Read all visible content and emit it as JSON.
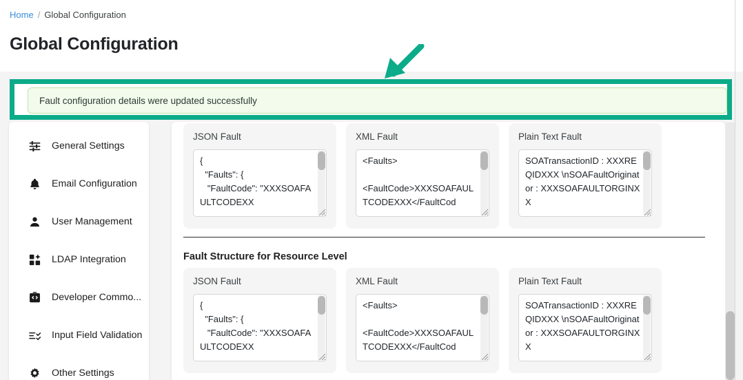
{
  "breadcrumb": {
    "home": "Home",
    "separator": "/",
    "current": "Global Configuration"
  },
  "page": {
    "title": "Global Configuration"
  },
  "alert": {
    "message": "Fault configuration details were updated successfully",
    "type": "success",
    "highlight_color": "#0cab89",
    "background_color": "#f2fbec",
    "border_color": "#bfe3a7"
  },
  "annotation": {
    "arrow": "down-left-arrow",
    "color": "#0cab89"
  },
  "sidebar": {
    "items": [
      {
        "label": "General Settings",
        "icon": "sliders-icon"
      },
      {
        "label": "Email Configuration",
        "icon": "bell-icon"
      },
      {
        "label": "User Management",
        "icon": "person-icon"
      },
      {
        "label": "LDAP Integration",
        "icon": "grid-sparkle-icon"
      },
      {
        "label": "Developer Commo...",
        "icon": "code-box-icon"
      },
      {
        "label": "Input Field Validation",
        "icon": "list-check-icon"
      },
      {
        "label": "Other Settings",
        "icon": "gear-icon"
      }
    ]
  },
  "main": {
    "sections": [
      {
        "heading": "",
        "cards": [
          {
            "title": "JSON Fault",
            "value": "{\n  \"Faults\": {\n   \"FaultCode\": \"XXXSOAFAULTCODEXX"
          },
          {
            "title": "XML Fault",
            "value": "<Faults>\n\n<FaultCode>XXXSOAFAULTCODEXXX</FaultCod"
          },
          {
            "title": "Plain Text Fault",
            "value": "SOATransactionID : XXXREQIDXXX \\nSOAFaultOriginator : XXXSOAFAULTORGINXX"
          }
        ]
      },
      {
        "heading": "Fault Structure for Resource Level",
        "cards": [
          {
            "title": "JSON Fault",
            "value": "{\n  \"Faults\": {\n   \"FaultCode\": \"XXXSOAFAULTCODEXX"
          },
          {
            "title": "XML Fault",
            "value": "<Faults>\n\n<FaultCode>XXXSOAFAULTCODEXXX</FaultCod"
          },
          {
            "title": "Plain Text Fault",
            "value": "SOATransactionID : XXXREQIDXXX \\nSOAFaultOriginator : XXXSOAFAULTORGINXX"
          }
        ]
      }
    ]
  },
  "scrollbar": {
    "position": "right",
    "orientation": "vertical"
  }
}
